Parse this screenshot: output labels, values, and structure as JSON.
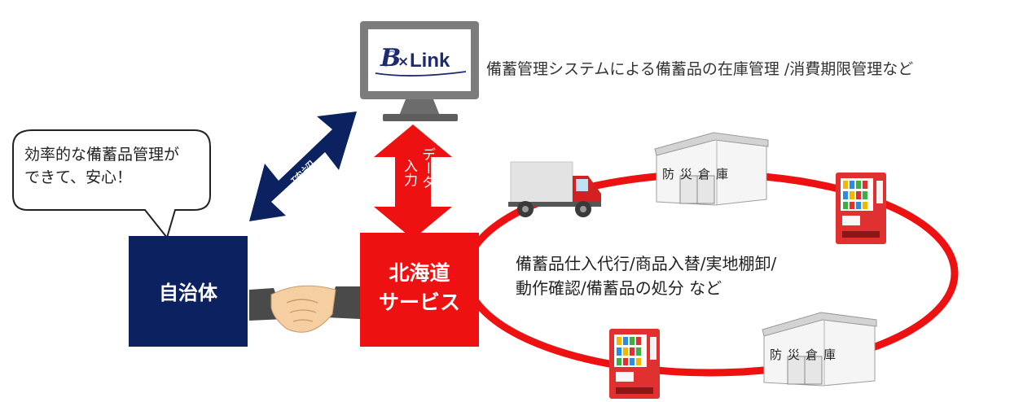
{
  "speech_bubble": {
    "line1": "効率的な備蓄品管理が",
    "line2": "できて、安心！"
  },
  "municipality_box": {
    "label": "自治体",
    "color": "#0b2160"
  },
  "service_box": {
    "line1": "北海道",
    "line2": "サービス",
    "color": "#ee1111"
  },
  "confirm_arrow": {
    "label": "確認",
    "color": "#0b2160"
  },
  "data_input_arrow": {
    "label_col1": "データ",
    "label_col2": "入力",
    "color": "#ee1111"
  },
  "monitor": {
    "logo_b": "B",
    "logo_x": "×",
    "logo_link": "Link",
    "description": "備蓄管理システムによる備蓄品の在庫管理 /消費期限管理など"
  },
  "service_loop": {
    "line1": "備蓄品仕入代行/商品入替/実地棚卸/",
    "line2": "動作確認/備蓄品の処分 など",
    "color": "#ee1111"
  },
  "warehouses": [
    {
      "label": "防災倉庫"
    },
    {
      "label": "防災倉庫"
    }
  ],
  "icons": [
    "handshake-icon",
    "truck-icon",
    "vending-machine-icon",
    "warehouse-icon",
    "monitor-icon"
  ]
}
